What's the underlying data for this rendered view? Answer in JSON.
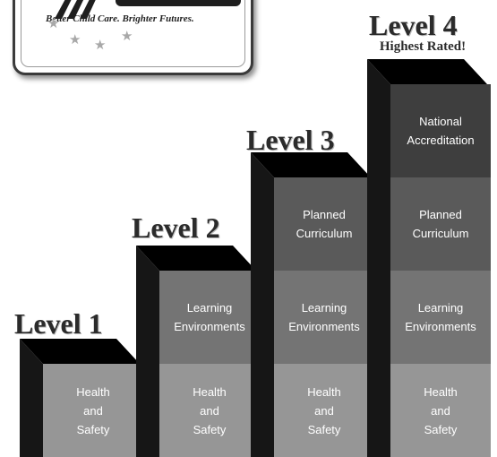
{
  "logo": {
    "tagline": "Better Child Care. Brighter Futures."
  },
  "levels": [
    {
      "title": "Level 1",
      "subtitle": "",
      "blocks": [
        [
          "Health",
          "and",
          "Safety"
        ]
      ]
    },
    {
      "title": "Level 2",
      "subtitle": "",
      "blocks": [
        [
          "Learning",
          "Environments"
        ],
        [
          "Health",
          "and",
          "Safety"
        ]
      ]
    },
    {
      "title": "Level 3",
      "subtitle": "",
      "blocks": [
        [
          "Planned",
          "Curriculum"
        ],
        [
          "Learning",
          "Environments"
        ],
        [
          "Health",
          "and",
          "Safety"
        ]
      ]
    },
    {
      "title": "Level 4",
      "subtitle": "Highest Rated!",
      "blocks": [
        [
          "National",
          "Accreditation"
        ],
        [
          "Planned",
          "Curriculum"
        ],
        [
          "Learning",
          "Environments"
        ],
        [
          "Health",
          "and",
          "Safety"
        ]
      ]
    }
  ],
  "colors": {
    "health_safety": "#969696",
    "learning_environments": "#747474",
    "planned_curriculum": "#5a5a5a",
    "national_accreditation": "#3e3e3e",
    "column_top": "#000000",
    "column_side": "#161616"
  }
}
